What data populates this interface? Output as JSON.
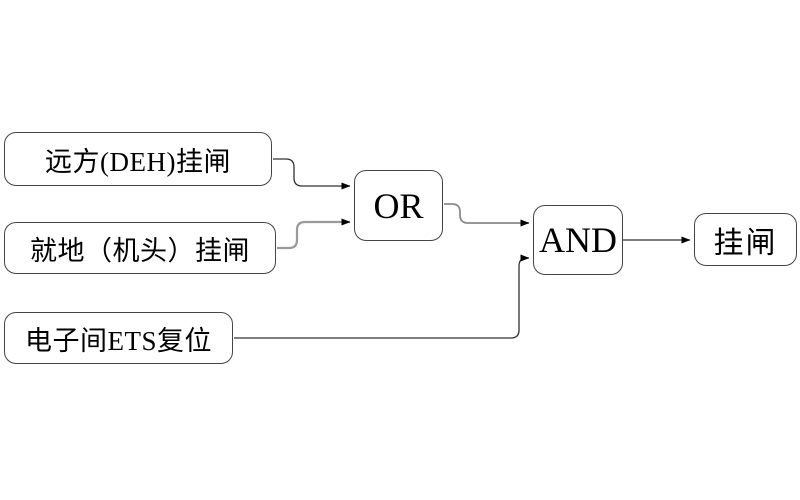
{
  "diagram": {
    "title": "latch-logic-diagram",
    "nodes": {
      "input1": {
        "label": "远方(DEH)挂闸"
      },
      "input2": {
        "label": "就地（机头）挂闸"
      },
      "input3": {
        "label": "电子间ETS复位"
      },
      "or_gate": {
        "label": "OR"
      },
      "and_gate": {
        "label": "AND"
      },
      "output": {
        "label": "挂闸"
      }
    },
    "edges": [
      {
        "from": "input1",
        "to": "or_gate"
      },
      {
        "from": "input2",
        "to": "or_gate"
      },
      {
        "from": "or_gate",
        "to": "and_gate"
      },
      {
        "from": "input3",
        "to": "and_gate"
      },
      {
        "from": "and_gate",
        "to": "output"
      }
    ],
    "colors": {
      "background": "#ffffff",
      "box_fill": "#ffffff",
      "box_border": "#454545",
      "text": "#000000",
      "line_dark": "#303030",
      "line_gray": "#9a9a9a",
      "line_mid": "#8a8a8a",
      "arrow": "#000000"
    }
  }
}
